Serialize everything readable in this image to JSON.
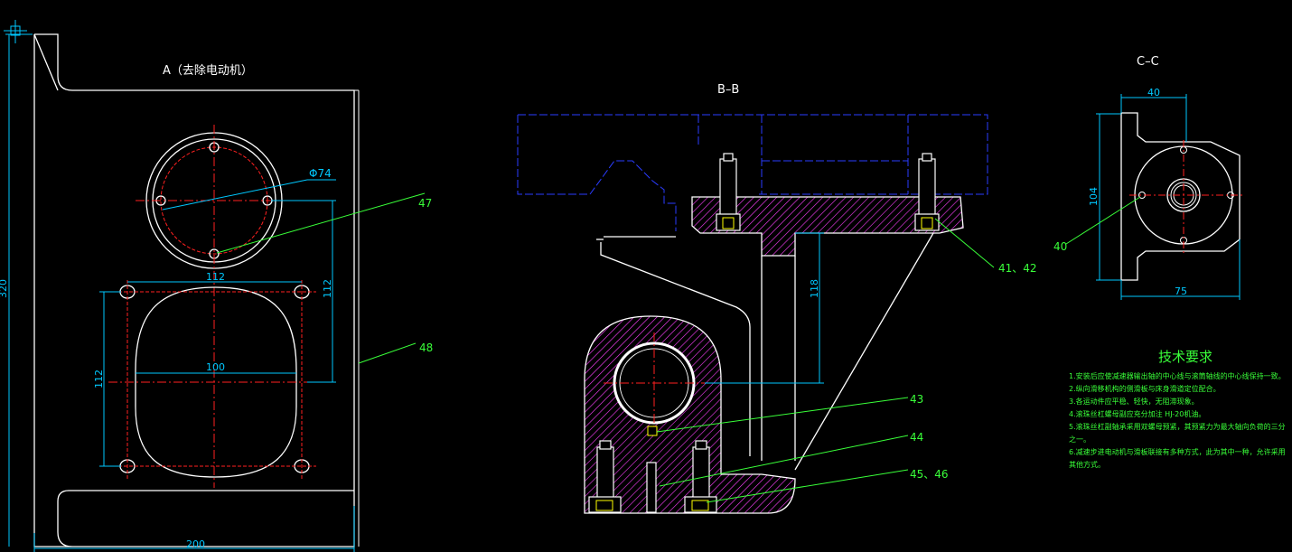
{
  "colors": {
    "background": "#000000",
    "outline": "#ffffff",
    "center_line": "#ff2020",
    "dimension": "#00c8ff",
    "leader": "#39ff39",
    "hidden_part": "#2a3cff",
    "hatch": "#ff40ff",
    "text_yellow": "#ffff00"
  },
  "views": {
    "view_a": {
      "title": "A（去除电动机）",
      "dims": {
        "height": "320",
        "width": "200",
        "diameter": "Φ74",
        "hole_spacing_h": "112",
        "hole_spacing_v_right": "112",
        "hole_spacing_v_left": "112",
        "opening_width": "100"
      },
      "callouts": {
        "part_47": "47",
        "part_48": "48"
      }
    },
    "view_b": {
      "title": "B–B",
      "dims": {
        "height_118": "118"
      },
      "callouts": {
        "part_41_42": "41、42",
        "part_43": "43",
        "part_44": "44",
        "part_45_46": "45、46"
      }
    },
    "view_c": {
      "title": "C–C",
      "dims": {
        "top": "40",
        "height": "104",
        "bottom": "75"
      },
      "callouts": {
        "part_40": "40"
      }
    }
  },
  "tech_requirements": {
    "title": "技术要求",
    "notes": [
      "1.安装后应使减速器输出轴的中心线与滚筒轴线的中心线保持一致。",
      "2.纵向滑移机构的侧滑板与床身滑道定位配合。",
      "3.各运动件应平稳、轻快，无阻滞现象。",
      "4.滚珠丝杠螺母副应充分加注 HJ-20机油。",
      "5.滚珠丝杠副轴承采用双螺母预紧，其预紧力为最大轴向负荷的三分之一。",
      "6.减速步进电动机与滑板联接有多种方式，此为其中一种，允许采用其他方式。"
    ]
  }
}
